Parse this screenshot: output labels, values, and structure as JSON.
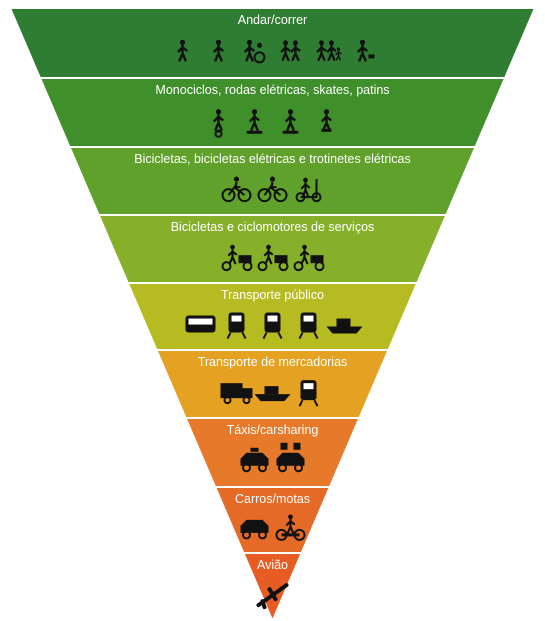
{
  "pyramid": {
    "levels": [
      {
        "label": "Andar/correr",
        "color": "#2e7d32",
        "icons": [
          "person-walking-icon",
          "person-running-icon",
          "wheelchair-companion-icon",
          "elderly-couple-icon",
          "family-walking-icon",
          "person-walking-dog-icon"
        ]
      },
      {
        "label": "Monociclos, rodas elétricas, skates, patins",
        "color": "#3f8f2a",
        "icons": [
          "unicycle-icon",
          "hoverboard-icon",
          "skateboard-icon",
          "roller-skates-icon"
        ]
      },
      {
        "label": "Bicicletas, bicicletas elétricas e trotinetes elétricas",
        "color": "#5fa12a",
        "icons": [
          "bicycle-icon",
          "electric-bicycle-icon",
          "electric-scooter-icon"
        ]
      },
      {
        "label": "Bicicletas e ciclomotores de serviços",
        "color": "#86b02a",
        "icons": [
          "cargo-bike-icon",
          "delivery-scooter-icon",
          "electric-cargo-bike-icon"
        ]
      },
      {
        "label": "Transporte público",
        "color": "#b7bb22",
        "icons": [
          "bus-icon",
          "train-icon",
          "metro-icon",
          "tram-icon",
          "ferry-icon"
        ]
      },
      {
        "label": "Transporte de mercadorias",
        "color": "#e4a122",
        "icons": [
          "truck-icon",
          "cargo-ship-icon",
          "freight-train-icon"
        ]
      },
      {
        "label": "Táxis/carsharing",
        "color": "#e67a2a",
        "icons": [
          "taxi-icon",
          "carsharing-icon"
        ]
      },
      {
        "label": "Carros/motas",
        "color": "#e46a26",
        "icons": [
          "car-icon",
          "motorcycle-icon"
        ]
      },
      {
        "label": "Avião",
        "color": "#e65c22",
        "icons": [
          "airplane-icon"
        ]
      }
    ]
  }
}
